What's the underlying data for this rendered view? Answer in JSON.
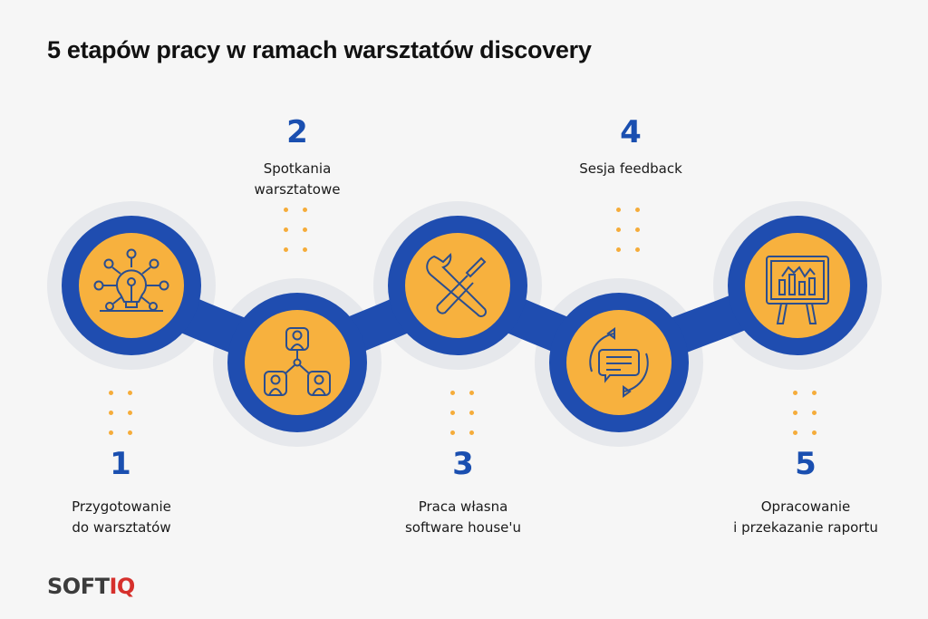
{
  "title": "5 etapów pracy w ramach warsztatów discovery",
  "colors": {
    "background": "#f6f6f6",
    "blue": "#1f4db0",
    "orange": "#f7b13e",
    "halo": "#e6e8ec",
    "number": "#1a4fb0",
    "dots": "#f5ac3a",
    "icon_stroke": "#2b4e8f"
  },
  "steps": [
    {
      "number": "1",
      "label_line1": "Przygotowanie",
      "label_line2": "do warsztatów",
      "icon": "lightbulb-network-icon"
    },
    {
      "number": "2",
      "label_line1": "Spotkania",
      "label_line2": "warsztatowe",
      "icon": "team-hierarchy-icon"
    },
    {
      "number": "3",
      "label_line1": "Praca własna",
      "label_line2": "software house'u",
      "icon": "wrench-screwdriver-icon"
    },
    {
      "number": "4",
      "label_line1": "Sesja feedback",
      "label_line2": "",
      "icon": "feedback-chat-cycle-icon"
    },
    {
      "number": "5",
      "label_line1": "Opracowanie",
      "label_line2": "i przekazanie raportu",
      "icon": "presentation-chart-icon"
    }
  ],
  "logo": {
    "part1": "SOFT",
    "part2": "IQ"
  }
}
